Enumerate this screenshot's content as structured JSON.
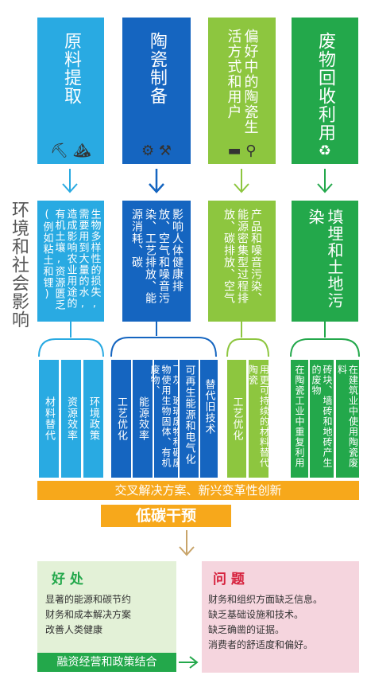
{
  "side_title": "环境和社会影响",
  "stages": [
    {
      "title": "原料提取",
      "color": "#29aae2",
      "icons": "⛏ ⛰"
    },
    {
      "title": "陶瓷制备",
      "color": "#1565c0",
      "icons": "⚙ ⚒"
    },
    {
      "title": "偏好中的陶瓷生活方式和用户",
      "color": "#8dc63f",
      "icons": "▬ ⚲"
    },
    {
      "title": "废物回收利用",
      "color": "#23a84b",
      "icons": "♻"
    }
  ],
  "impacts": [
    "生物多样性的损失,需要用到大量的水,造成影响农业用途的有机土壤,资源匮乏(例如粘土和锂)",
    "影响人体健康排放、空气和噪音污染、工艺排放、能源消耗、碳",
    "产品和噪音污染、能源密集型过程排放、碳排放、空气",
    "填埋和土地污染"
  ],
  "solutions": [
    [
      "材料替代",
      "资源效率",
      "环境政策"
    ],
    [
      "工艺优化",
      "能源效率",
      "飞灰、玻璃废物和硼废物使用生物固体、有机废物、",
      "可再生能源和电气化",
      "替代旧技术"
    ],
    [
      "工艺优化",
      "用更可持续的材料替代陶瓷"
    ],
    [
      "在陶瓷工业中重复利用",
      "砖块、墙砖和地砖产生的废物",
      "在建筑业中使用陶瓷废料"
    ]
  ],
  "cross_band": "交叉解决方案、新兴变革性创新",
  "low_carbon": "低碳干预",
  "benefits": {
    "title": "好 处",
    "items": [
      "显著的能源和碳节约",
      "财务和成本解决方案",
      "改善人类健康"
    ],
    "color": "#23a84b"
  },
  "problems": {
    "title": "问 题",
    "items": [
      "财务和组织方面缺乏信息。",
      "缺乏基础设施和技术。",
      "缺乏确凿的证据。",
      "消费者的舒适度和偏好。"
    ],
    "color": "#d6213d"
  },
  "footer": "融资经营和政策结合"
}
